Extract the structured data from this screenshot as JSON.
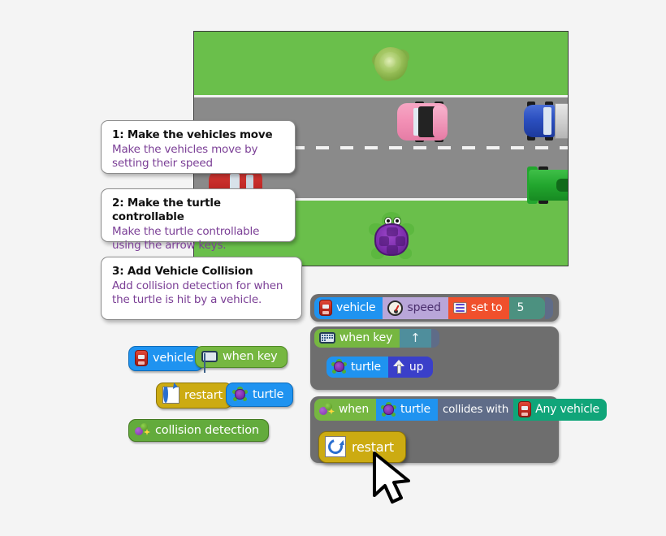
{
  "instructions": [
    {
      "title": "1: Make the vehicles move",
      "body": "Make the vehicles move by setting their speed"
    },
    {
      "title": "2: Make the turtle controllable",
      "body": "Make the turtle controllable using the arrow keys."
    },
    {
      "title": "3: Add Vehicle Collision",
      "body": "Add collision detection for when the turtle is hit by a vehicle."
    }
  ],
  "palette": {
    "blocks": [
      {
        "label": "vehicle",
        "icon": "car-icon",
        "color": "#1f93f0"
      },
      {
        "label": "when key",
        "icon": "keyboard-icon",
        "color": "#76b741"
      },
      {
        "label": "restart",
        "icon": "restart-icon",
        "color": "#ccab12"
      },
      {
        "label": "turtle",
        "icon": "turtle-icon",
        "color": "#1f93f0"
      },
      {
        "label": "collision detection",
        "icon": "collision-icon",
        "color": "#63ab3c"
      }
    ]
  },
  "scripts": [
    {
      "name": "vehicle-speed-script",
      "chips": [
        {
          "label": "vehicle",
          "icon": "car-icon",
          "color": "#1f93f0"
        },
        {
          "label": "speed",
          "icon": "gauge-icon",
          "color": "#b9a6d9"
        },
        {
          "label": "set to",
          "icon": "equals-icon",
          "color": "#f0502c"
        },
        {
          "label": "5",
          "icon": "",
          "color": "#4c9180"
        }
      ]
    },
    {
      "name": "when-key-script",
      "header": [
        {
          "label": "when key",
          "icon": "keyboard-icon",
          "color": "#76b741"
        },
        {
          "label": "↑",
          "icon": "up-arrow-glyph",
          "color": "#4f8e9c"
        }
      ],
      "body": [
        {
          "label": "turtle",
          "icon": "turtle-icon",
          "color": "#1f93f0"
        },
        {
          "label": "up",
          "icon": "up-arrow-icon",
          "color": "#3a3fc9"
        }
      ]
    },
    {
      "name": "collision-script",
      "header": [
        {
          "label": "when",
          "icon": "collision-icon",
          "color": "#76b741"
        },
        {
          "label": "turtle",
          "icon": "turtle-icon",
          "color": "#1f93f0"
        },
        {
          "label": "collides with",
          "icon": "",
          "color": "#5f6c88"
        },
        {
          "label": "Any vehicle",
          "icon": "car-icon",
          "color": "#10a579"
        }
      ],
      "body": [
        {
          "label": "restart",
          "icon": "restart-icon",
          "color": "#ccab12"
        }
      ]
    }
  ],
  "dragged_block": {
    "label": "restart",
    "icon": "restart-icon",
    "color": "#ccab12"
  },
  "scene": {
    "name": "crossy-road-game-scene",
    "grass_color": "#6abf4b",
    "road_color": "#8a8a8a",
    "sprites": [
      {
        "name": "lettuce-sprite"
      },
      {
        "name": "pink-car-sprite"
      },
      {
        "name": "blue-truck-sprite"
      },
      {
        "name": "red-car-sprite"
      },
      {
        "name": "green-race-car-sprite"
      },
      {
        "name": "turtle-sprite"
      }
    ]
  },
  "cursor": {
    "name": "mouse-cursor"
  }
}
